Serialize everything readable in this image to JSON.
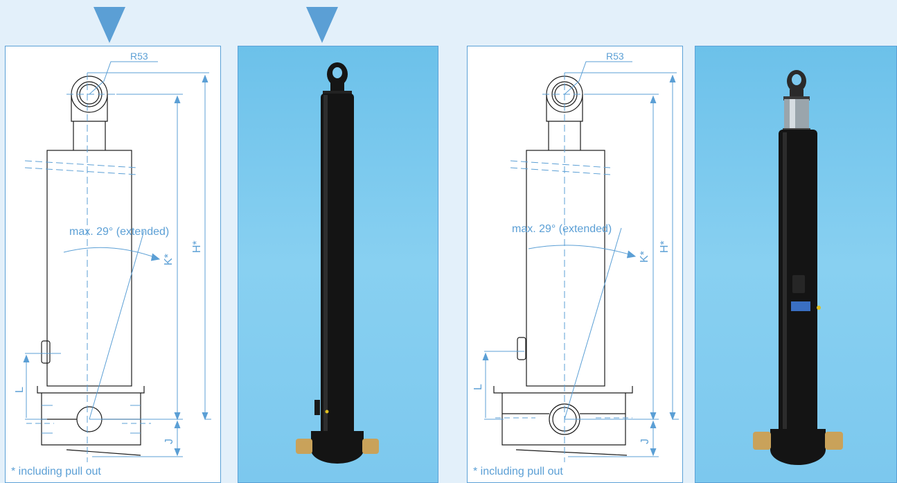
{
  "markers": [
    {
      "name": "marker-triangle-left",
      "icon": "down-triangle-icon"
    },
    {
      "name": "marker-triangle-right",
      "icon": "down-triangle-icon"
    }
  ],
  "drawing_1": {
    "radius_label": "R53",
    "angle_label": "max. 29° (extended)",
    "dim_h": "H*",
    "dim_k": "K*",
    "dim_l": "L",
    "dim_j": "J",
    "footnote": "* including pull out"
  },
  "drawing_2": {
    "radius_label": "R53",
    "angle_label": "max. 29° (extended)",
    "dim_h": "H*",
    "dim_k": "K*",
    "dim_l": "L",
    "dim_j": "J",
    "footnote": "* including pull out"
  },
  "colors": {
    "accent": "#5b9fd5",
    "background": "#e3f0fa",
    "photo_background": "#7cc8ee",
    "cylinder": "#151515",
    "brass": "#c9a25a"
  }
}
